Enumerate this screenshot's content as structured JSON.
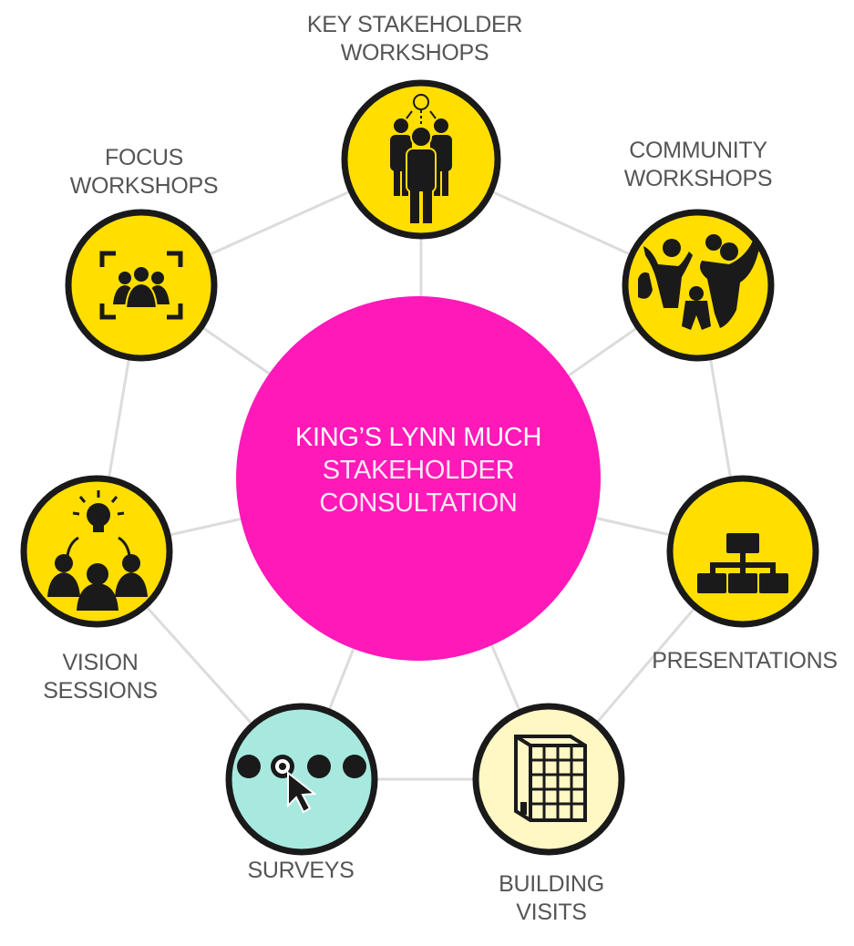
{
  "center": {
    "line1": "KING’S LYNN MUCH",
    "line2": "STAKEHOLDER",
    "line3": "CONSULTATION",
    "color": "#ff19b8"
  },
  "colors": {
    "node_yellow": "#ffde00",
    "node_cyan": "#a8e9df",
    "node_cream": "#fff7c4",
    "ring": "#1a1a1a",
    "connector": "#dcdcdc",
    "label_text": "#555555"
  },
  "nodes": [
    {
      "key": "key_stakeholder",
      "line1": "KEY STAKEHOLDER",
      "line2": "WORKSHOPS",
      "icon": "stakeholder-group-icon",
      "fill": "yellow"
    },
    {
      "key": "community",
      "line1": "COMMUNITY",
      "line2": "WORKSHOPS",
      "icon": "community-people-icon",
      "fill": "yellow"
    },
    {
      "key": "presentations",
      "line1": "PRESENTATIONS",
      "line2": "",
      "icon": "org-chart-icon",
      "fill": "yellow"
    },
    {
      "key": "building_visits",
      "line1": "BUILDING",
      "line2": "VISITS",
      "icon": "building-icon",
      "fill": "cream"
    },
    {
      "key": "surveys",
      "line1": "SURVEYS",
      "line2": "",
      "icon": "survey-cursor-icon",
      "fill": "cyan"
    },
    {
      "key": "vision",
      "line1": "VISION",
      "line2": "SESSIONS",
      "icon": "lightbulb-team-icon",
      "fill": "yellow"
    },
    {
      "key": "focus",
      "line1": "FOCUS",
      "line2": "WORKSHOPS",
      "icon": "focus-group-icon",
      "fill": "yellow"
    }
  ]
}
